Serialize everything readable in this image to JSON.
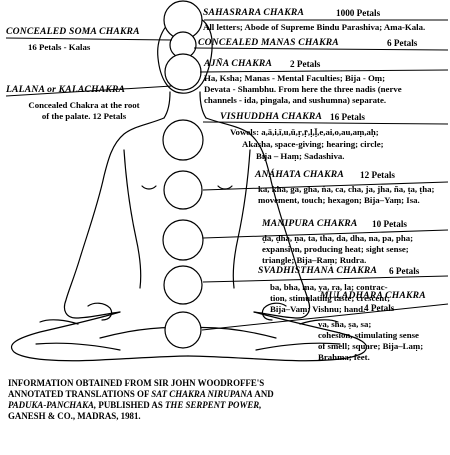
{
  "chakras": {
    "sahasrara": {
      "name": "SAHASRARA CHAKRA",
      "petals": "1000 Petals",
      "desc": [
        "All letters; Abode of Supreme Bindu Parashiva; Ama-Kala."
      ]
    },
    "soma": {
      "name": "CONCEALED SOMA CHAKRA",
      "petals": "16 Petals - Kalas"
    },
    "manas": {
      "name": "CONCEALED MANAS CHAKRA",
      "petals": "6 Petals"
    },
    "ajna": {
      "name": "AJÑA CHAKRA",
      "petals": "2 Petals",
      "desc": [
        "Ha, Ksha; Manas - Mental Faculties; Bija - Oṃ;",
        "Devata - Shambhu. From here the three nadis (nerve",
        "channels - ida, pingala, and sushumna) separate."
      ]
    },
    "lalana": {
      "name": "LALANA or KALACHAKRA",
      "desc": [
        "Concealed Chakra at the root",
        "of the palate.  12 Petals"
      ]
    },
    "vishuddha": {
      "name": "VISHUDDHA CHAKRA",
      "petals": "16 Petals",
      "desc": [
        "Vowels: a,ā,i,ī,u,ū,ṛ,ṝ,ḷ,ḹ,e,ai,o,au,aṃ,aḥ;",
        "Akasha,  space-giving; hearing; circle;",
        "Bija – Haṃ; Sadashiva."
      ]
    },
    "anahata": {
      "name": "ANÁHATA CHAKRA",
      "petals": "12 Petals",
      "desc": [
        "ka, kha, ga, gha, ṅa, ca, cha, ja, jha, ña, ṭa, ṭha;",
        "movement, touch; hexagon; Bija–Yaṃ; Isa."
      ]
    },
    "manipura": {
      "name": "MANIPURA CHAKRA",
      "petals": "10 Petals",
      "desc": [
        "ḍa, ḍha, ṇa, ta, tha, da, dha, na, pa, pha;",
        "expansion, producing heat; sight sense;",
        "triangle; Bija–Raṃ; Rudra."
      ]
    },
    "svadhisthana": {
      "name": "SVADHISTHANA CHAKRA",
      "petals": "6 Petals",
      "desc": [
        "ba, bha, ma, ya, ra, la; contrac-",
        "tion, stimulating taste; crescent;",
        "Bija–Vaṃ; Vishnu; hand."
      ]
    },
    "muladhara": {
      "name": "MULADHARA CHAKRA",
      "petals": "4 Petals",
      "desc": [
        "va, sha, ṣa, sa;",
        "cohesion, stimulating sense",
        "of smell; square; Bija–Laṃ;",
        "Brahma; feet."
      ]
    }
  },
  "footnote": {
    "line1": "INFORMATION OBTAINED FROM  SIR JOHN WOODROFFE'S",
    "line2a": "ANNOTATED TRANSLATIONS OF ",
    "line2b": "SAT CHAKRA NIRUPANA",
    "line2c": "  AND",
    "line3a": "PADUKA-PANCHAKA,",
    "line3b": " PUBLISHED AS ",
    "line3c": "THE SERPENT POWER,",
    "line4": "GANESH & CO., MADRAS, 1981."
  }
}
